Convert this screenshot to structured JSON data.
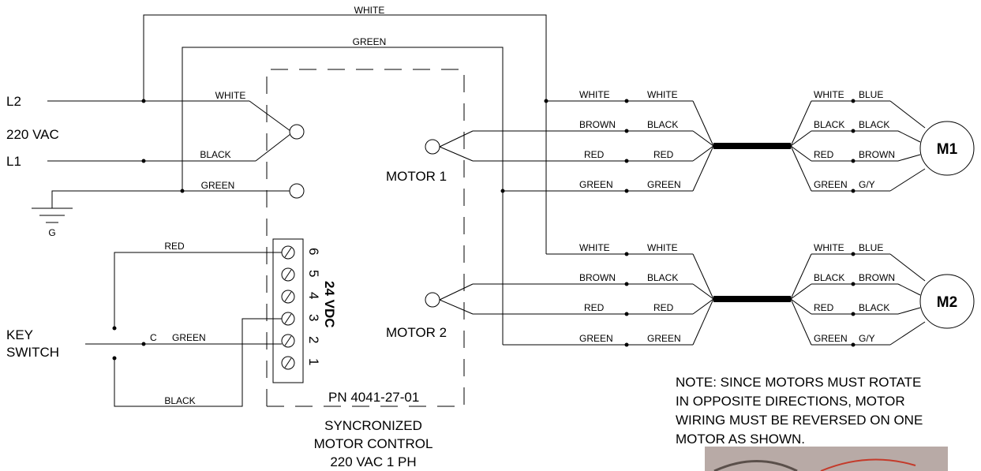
{
  "power": {
    "l2": "L2",
    "l1": "L1",
    "voltage": "220 VAC",
    "ground": "G"
  },
  "top_wires": {
    "white": "WHITE",
    "green": "GREEN"
  },
  "line_wires": {
    "white": "WHITE",
    "black": "BLACK",
    "green": "GREEN"
  },
  "key_switch": {
    "line1": "KEY",
    "line2": "SWITCH",
    "common": "C",
    "red": "RED",
    "green": "GREEN",
    "black": "BLACK"
  },
  "terminal_block": {
    "numbers": [
      "6",
      "5",
      "4",
      "3",
      "2",
      "1"
    ],
    "voltage": "24 VDC"
  },
  "control": {
    "part_number": "PN 4041-27-01",
    "title_lines": [
      "SYNCRONIZED",
      "MOTOR CONTROL",
      "220 VAC   1 PH"
    ],
    "motor1_label": "MOTOR 1",
    "motor2_label": "MOTOR 2"
  },
  "motor1_wiring": {
    "left": [
      "WHITE",
      "BROWN",
      "RED",
      "GREEN"
    ],
    "middle": [
      "WHITE",
      "BLACK",
      "RED",
      "GREEN"
    ],
    "right_left": [
      "WHITE",
      "BLACK",
      "RED",
      "GREEN"
    ],
    "right_right": [
      "BLUE",
      "BLACK",
      "BROWN",
      "G/Y"
    ],
    "motor": "M1"
  },
  "motor2_wiring": {
    "left": [
      "WHITE",
      "BROWN",
      "RED",
      "GREEN"
    ],
    "middle": [
      "WHITE",
      "BLACK",
      "RED",
      "GREEN"
    ],
    "right_left": [
      "WHITE",
      "BLACK",
      "RED",
      "GREEN"
    ],
    "right_right": [
      "BLUE",
      "BROWN",
      "BLACK",
      "G/Y"
    ],
    "motor": "M2"
  },
  "note": [
    "NOTE:  SINCE MOTORS MUST ROTATE",
    "IN OPPOSITE DIRECTIONS, MOTOR",
    "WIRING MUST BE REVERSED ON ONE",
    "MOTOR AS SHOWN."
  ]
}
